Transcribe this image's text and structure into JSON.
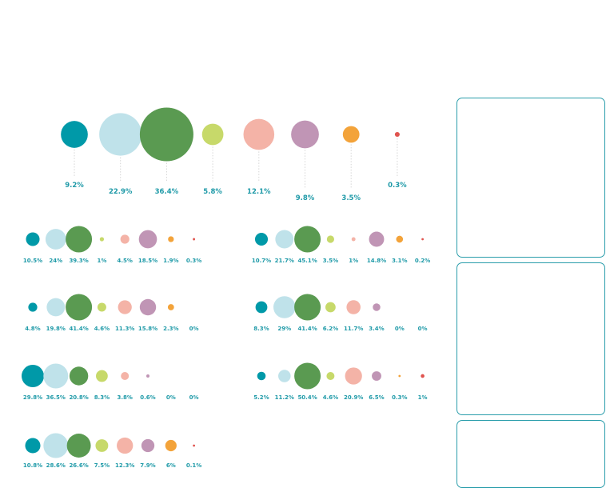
{
  "colors": [
    "#0099a8",
    "#bfe2ea",
    "#5a9a51",
    "#c7d96a",
    "#f4b3a7",
    "#c095b5",
    "#f3a33a",
    "#e0544f"
  ],
  "label_color": "#1f9aa8",
  "panel_border_color": "#2a9dab",
  "chart_data": [
    {
      "type": "bubble",
      "labels": [
        "9.2%",
        "22.9%",
        "36.4%",
        "5.8%",
        "12.1%",
        "9.8%",
        "3.5%",
        "0.3%"
      ],
      "values": [
        9.2,
        22.9,
        36.4,
        5.8,
        12.1,
        9.8,
        3.5,
        0.3
      ]
    },
    {
      "type": "bubble",
      "labels": [
        "10.5%",
        "24%",
        "39.3%",
        "1%",
        "4.5%",
        "18.5%",
        "1.9%",
        "0.3%"
      ],
      "values": [
        10.5,
        24,
        39.3,
        1,
        4.5,
        18.5,
        1.9,
        0.3
      ]
    },
    {
      "type": "bubble",
      "labels": [
        "10.7%",
        "21.7%",
        "45.1%",
        "3.5%",
        "1%",
        "14.8%",
        "3.1%",
        "0.2%"
      ],
      "values": [
        10.7,
        21.7,
        45.1,
        3.5,
        1,
        14.8,
        3.1,
        0.2
      ]
    },
    {
      "type": "bubble",
      "labels": [
        "4.8%",
        "19.8%",
        "41.4%",
        "4.6%",
        "11.3%",
        "15.8%",
        "2.3%",
        "0%"
      ],
      "values": [
        4.8,
        19.8,
        41.4,
        4.6,
        11.3,
        15.8,
        2.3,
        0
      ]
    },
    {
      "type": "bubble",
      "labels": [
        "8.3%",
        "29%",
        "41.4%",
        "6.2%",
        "11.7%",
        "3.4%",
        "0%",
        "0%"
      ],
      "values": [
        8.3,
        29,
        41.4,
        6.2,
        11.7,
        3.4,
        0,
        0
      ]
    },
    {
      "type": "bubble",
      "labels": [
        "29.8%",
        "36.5%",
        "20.8%",
        "8.3%",
        "3.8%",
        "0.6%",
        "0%",
        "0%"
      ],
      "values": [
        29.8,
        36.5,
        20.8,
        8.3,
        3.8,
        0.6,
        0,
        0
      ]
    },
    {
      "type": "bubble",
      "labels": [
        "5.2%",
        "11.2%",
        "50.4%",
        "4.6%",
        "20.9%",
        "6.5%",
        "0.3%",
        "1%"
      ],
      "values": [
        5.2,
        11.2,
        50.4,
        4.6,
        20.9,
        6.5,
        0.3,
        1
      ]
    },
    {
      "type": "bubble",
      "labels": [
        "10.8%",
        "28.6%",
        "26.6%",
        "7.5%",
        "12.3%",
        "7.9%",
        "6%",
        "0.1%"
      ],
      "values": [
        10.8,
        28.6,
        26.6,
        7.5,
        12.3,
        7.9,
        6,
        0.1
      ]
    }
  ]
}
